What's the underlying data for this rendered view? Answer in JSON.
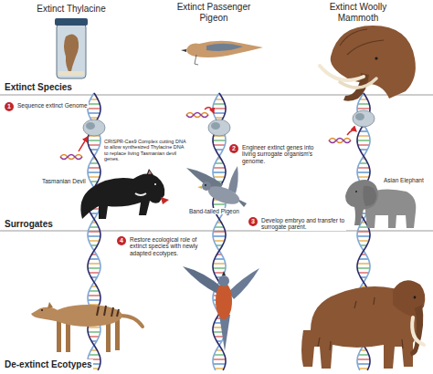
{
  "diagram": {
    "nodes": [
      {
        "text": [
          "1",
          "Sequence extinct Genome"
        ]
      },
      {
        "text": [
          "2",
          "Engineer extinct genes into living surrogate organism's genome."
        ]
      },
      {
        "text": [
          "3",
          "Develop embryo and transfer to surrogate parent."
        ]
      },
      {
        "text": [
          "4",
          "Restore ecological role of extinct species with newly adapted ecotypes."
        ]
      }
    ],
    "labels": [
      "Extinct Thylacine",
      "Extinct Passenger Pigeon",
      "Extinct Woolly Mammoth",
      "Extinct Species",
      "CRISPR-Cas9 Complex cutting DNA to allow synthesized Thylacine DNA to replace living Tasmanian devil genes.",
      "Tasmanian Devil",
      "Band-tailed Pigeon",
      "Asian Elephant",
      "Surrogates",
      "De-extinct Ecotypes"
    ]
  }
}
